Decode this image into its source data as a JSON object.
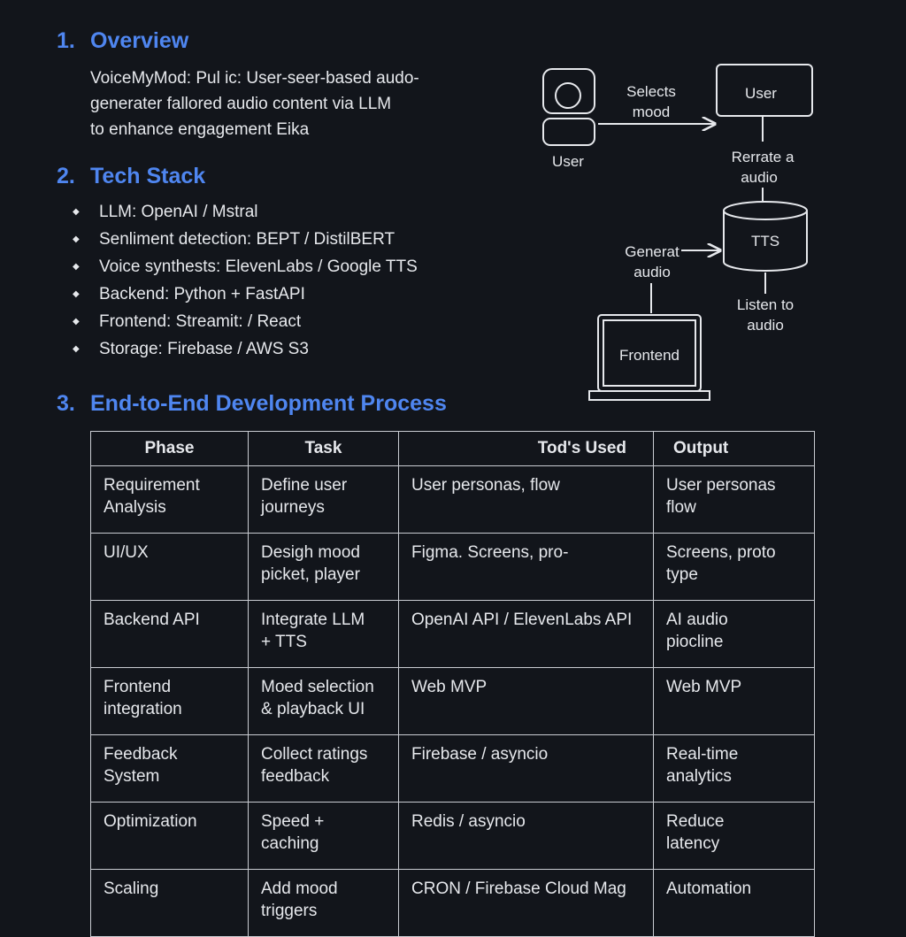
{
  "overview": {
    "number": "1.",
    "heading": "Overview",
    "lines": [
      "VoiceMyMod: Pul ic: User-seer-based audo-",
      "generater fallored audio content via LLM",
      "to enhance engagement Eika"
    ]
  },
  "tech_stack": {
    "number": "2.",
    "heading": "Tech Stack",
    "items": [
      "LLM: OpenAI / Mstral",
      "Senliment detection: BEPT / DistilBERT",
      "Voice synthests: ElevenLabs / Google TTS",
      "Backend: Python + FastAPI",
      "Frontend: Streamit: / React",
      "Storage: Firebase / AWS S3"
    ]
  },
  "diagram": {
    "user_person_label": "User",
    "selects_mood": [
      "Selects",
      "mood"
    ],
    "user_box_label": "User",
    "rerrate_audio": [
      "Rerrate a",
      "audio"
    ],
    "tts_label": "TTS",
    "generat_audio": [
      "Generat",
      "audio"
    ],
    "listen_audio": [
      "Listen to",
      "audio"
    ],
    "frontend_label": "Frontend"
  },
  "process": {
    "number": "3.",
    "heading": "End-to-End Development Process",
    "columns": [
      "Phase",
      "Task",
      "Tod's Used",
      "Output"
    ],
    "rows": [
      [
        "Requirement\nAnalysis",
        "Define user\njourneys",
        "User personas, flow",
        "User personas\nflow"
      ],
      [
        "UI/UX",
        "Desigh mood\npicket, player",
        "Figma. Screens, pro-",
        "Screens, proto\ntype"
      ],
      [
        "Backend API",
        "Integrate LLM\n+ TTS",
        "OpenAI API / ElevenLabs API",
        "AI audio\npiocline"
      ],
      [
        "Frontend\nintegration",
        "Moed selection\n& playback UI",
        "Web MVP",
        "Web MVP"
      ],
      [
        "Feedback\nSystem",
        "Collect ratings\nfeedback",
        "Firebase / asyncio",
        "Real-time\nanalytics"
      ],
      [
        "Optimization",
        "Speed +\ncaching",
        "Redis / asyncio",
        "Reduce\nlatency"
      ],
      [
        "Scaling",
        "Add mood\ntriggers",
        "CRON / Firebase Cloud Mag",
        "Automation"
      ]
    ]
  },
  "colors": {
    "accent": "#4f86f0",
    "background": "#12151b",
    "text": "#e6e8ec"
  }
}
